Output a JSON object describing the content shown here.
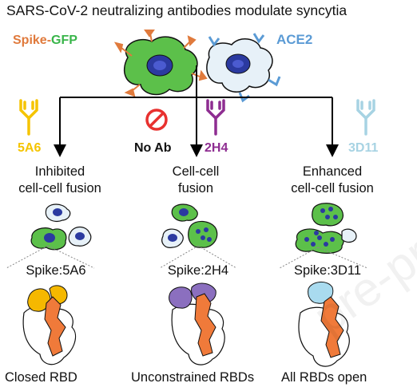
{
  "title": "SARS-CoV-2 neutralizing antibodies modulate syncytia",
  "spike_label": {
    "prefix": "Spike-",
    "suffix": "GFP"
  },
  "ace2_label": "ACE2",
  "conditions": [
    {
      "antibody": "5A6",
      "color": "#f5c400",
      "fusion_line1": "Inhibited",
      "fusion_line2": "cell-cell fusion",
      "complex": "Spike:5A6",
      "rbd": "Closed RBD"
    },
    {
      "antibody": "No Ab",
      "color": "#e8312f",
      "fusion_line1": "Cell-cell",
      "fusion_line2": "fusion",
      "complex": "Spike:2H4",
      "rbd": "Unconstrained RBDs"
    },
    {
      "antibody": "2H4",
      "color": "#8e2d91",
      "fusion_line1": "",
      "fusion_line2": "",
      "complex": "",
      "rbd": ""
    },
    {
      "antibody": "3D11",
      "color": "#a7d3e3",
      "fusion_line1": "Enhanced",
      "fusion_line2": "cell-cell fusion",
      "complex": "Spike:3D11",
      "rbd": "All RBDs open"
    }
  ],
  "colors": {
    "spike": "#e07a3c",
    "gfp": "#39b54a",
    "ace2": "#5b9bd5",
    "cell_green": "#5cc04a",
    "cell_blue": "#e7f1f8",
    "nucleus": "#2b3aa0",
    "rbd_purple": "#8b6fbf",
    "rbd_yellow": "#f5b800",
    "rbd_lightblue": "#a9dbef"
  },
  "watermark": "pre-pr"
}
